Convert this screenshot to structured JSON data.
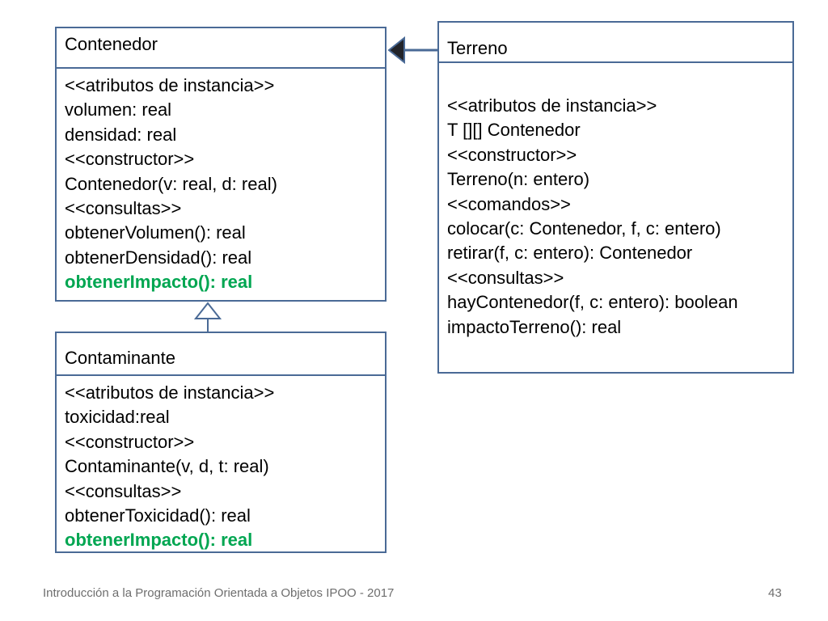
{
  "contenedor": {
    "name": "Contenedor",
    "lines": [
      "<<atributos de  instancia>>",
      "volumen: real",
      "densidad: real",
      "<<constructor>>",
      "Contenedor(v: real, d: real)",
      "<<consultas>>",
      "obtenerVolumen(): real",
      "obtenerDensidad(): real"
    ],
    "highlight": "obtenerImpacto(): real"
  },
  "contaminante": {
    "name": "Contaminante",
    "lines": [
      "<<atributos de  instancia>>",
      "toxicidad:real",
      "<<constructor>>",
      "Contaminante(v, d, t: real)",
      "<<consultas>>",
      "obtenerToxicidad(): real"
    ],
    "highlight": "obtenerImpacto(): real"
  },
  "terreno": {
    "name": "Terreno",
    "lines": [
      "<<atributos de  instancia>>",
      "T [][] Contenedor",
      "<<constructor>>",
      "Terreno(n: entero)",
      "<<comandos>>",
      "colocar(c: Contenedor, f, c: entero)",
      "retirar(f, c: entero): Contenedor",
      "<<consultas>>",
      "hayContenedor(f, c: entero): boolean",
      "impactoTerreno(): real"
    ]
  },
  "footer": {
    "text": "Introducción a la Programación Orientada a Objetos IPOO - 2017",
    "page": "43"
  },
  "colors": {
    "border": "#4a6a96",
    "highlight": "#00a651",
    "footer": "#6e6e6e"
  }
}
